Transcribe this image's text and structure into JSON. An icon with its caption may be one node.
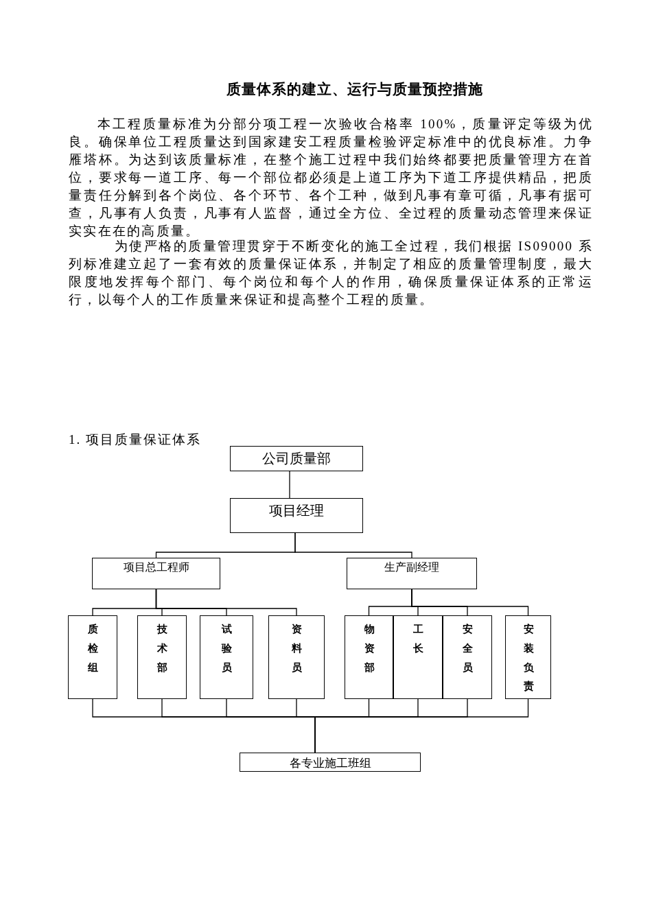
{
  "diagram": {
    "title": "质量体系的建立、运行与质量预控措施",
    "nodes": [
      {
        "text": [
          "公司质量部"
        ]
      },
      {
        "text": [
          "项目经理"
        ]
      },
      {
        "text": [
          "项目总工程师"
        ]
      },
      {
        "text": [
          "生产副经理"
        ]
      },
      {
        "text": [
          "质检组"
        ]
      },
      {
        "text": [
          "技术部"
        ]
      },
      {
        "text": [
          "试验员"
        ]
      },
      {
        "text": [
          "资料员"
        ]
      },
      {
        "text": [
          "物资部"
        ]
      },
      {
        "text": [
          "工长"
        ]
      },
      {
        "text": [
          "安全员"
        ]
      },
      {
        "text": [
          "安装负责"
        ]
      },
      {
        "text": [
          "各专业施工班组"
        ]
      }
    ],
    "edges": [
      {
        "from": 0,
        "to": 1,
        "arrow": "none"
      },
      {
        "from": 1,
        "to": 2,
        "arrow": "none"
      },
      {
        "from": 1,
        "to": 3,
        "arrow": "none"
      },
      {
        "from": 2,
        "to": 4,
        "arrow": "none"
      },
      {
        "from": 2,
        "to": 5,
        "arrow": "none"
      },
      {
        "from": 2,
        "to": 6,
        "arrow": "none"
      },
      {
        "from": 2,
        "to": 7,
        "arrow": "none"
      },
      {
        "from": 3,
        "to": 8,
        "arrow": "none"
      },
      {
        "from": 3,
        "to": 9,
        "arrow": "none"
      },
      {
        "from": 3,
        "to": 10,
        "arrow": "none"
      },
      {
        "from": 3,
        "to": 11,
        "arrow": "none"
      },
      {
        "from": 4,
        "to": 12,
        "arrow": "none"
      },
      {
        "from": 5,
        "to": 12,
        "arrow": "none"
      },
      {
        "from": 6,
        "to": 12,
        "arrow": "none"
      },
      {
        "from": 7,
        "to": 12,
        "arrow": "none"
      },
      {
        "from": 8,
        "to": 12,
        "arrow": "none"
      },
      {
        "from": 9,
        "to": 12,
        "arrow": "none"
      },
      {
        "from": 10,
        "to": 12,
        "arrow": "none"
      },
      {
        "from": 11,
        "to": 12,
        "arrow": "none"
      }
    ],
    "labels": [
      "本工程质量标准为分部分项工程一次验收合格率 100%，质量评定等级为优良。确保单位工程质量达到国家建安工程质量检验评定标准中的优良标准。力争雁塔杯。为达到该质量标准，在整个施工过程中我们始终都要把质量管理方在首位，要求每一道工序、每一个部位都必须是上道工序为下道工序提供精品，把质量责任分解到各个岗位、各个环节、各个工种，做到凡事有章可循，凡事有据可查，凡事有人负责，凡事有人监督，通过全方位、全过程的质量动态管理来保证实实在在的高质量。",
      "为使严格的质量管理贯穿于不断变化的施工全过程，我们根据 IS09000 系列标准建立起了一套有效的质量保证体系，并制定了相应的质量管理制度，最大限度地发挥每个部门、每个岗位和每个人的作用，确保质量保证体系的正常运行，以每个人的工作质量来保证和提高整个工程的质量。",
      "1. 项目质量保证体系"
    ]
  }
}
